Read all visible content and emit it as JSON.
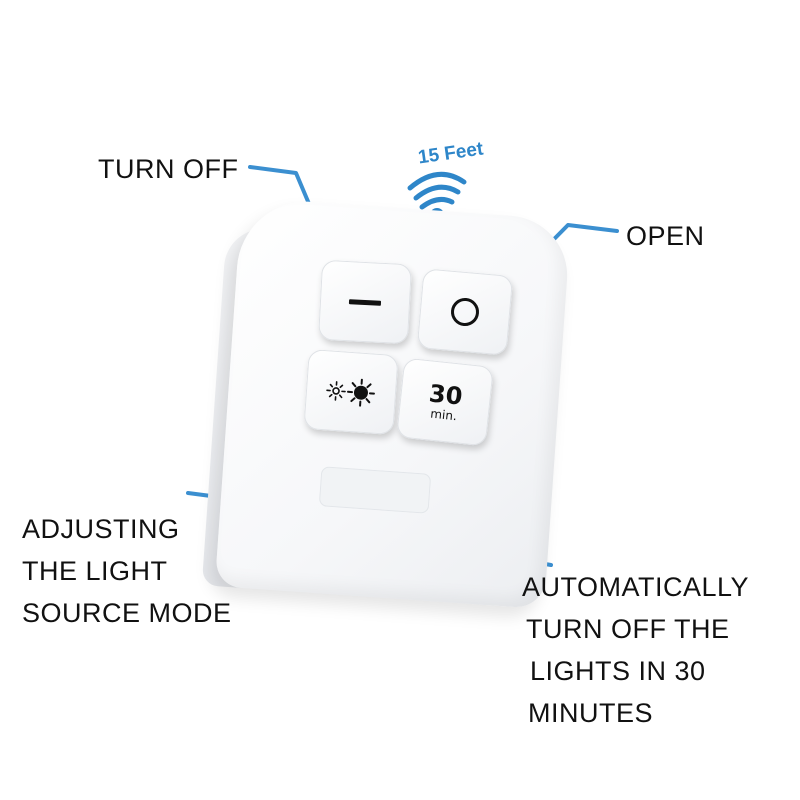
{
  "signal": {
    "range_label": "15 Feet",
    "icon": "wifi-signal-icon",
    "color": "#2e86c9"
  },
  "labels": {
    "turn_off": [
      "TURN OFF"
    ],
    "open": [
      "OPEN"
    ],
    "mode": [
      "ADJUSTING",
      "THE LIGHT",
      "SOURCE MODE"
    ],
    "timer": [
      "AUTOMATICALLY",
      "TURN OFF THE",
      "LIGHTS IN 30",
      "MINUTES"
    ]
  },
  "buttons": {
    "off": {
      "icon": "minus-bar-icon"
    },
    "on": {
      "icon": "circle-ring-icon"
    },
    "mode": {
      "icon": "brightness-sun-icon"
    },
    "timer": {
      "value": "30",
      "unit": "min."
    }
  },
  "colors": {
    "callout_line": "#3b8fd0",
    "text": "#111111",
    "remote_body": "#f6f7f9"
  }
}
